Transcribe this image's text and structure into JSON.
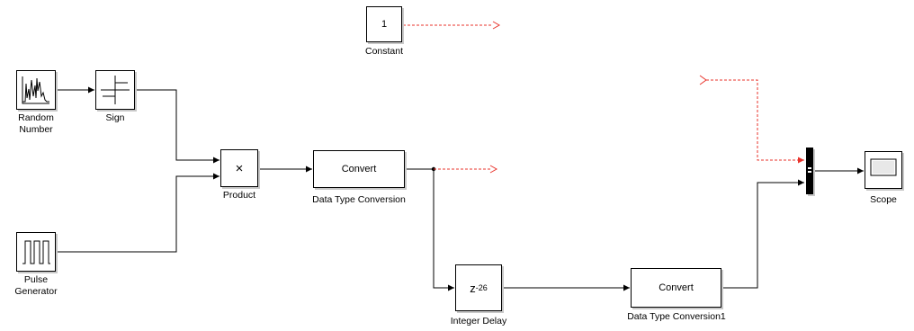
{
  "blocks": {
    "constant": {
      "value": "1",
      "label": "Constant"
    },
    "random_number": {
      "label_line1": "Random",
      "label_line2": "Number"
    },
    "sign": {
      "label": "Sign"
    },
    "pulse_generator": {
      "label_line1": "Pulse",
      "label_line2": "Generator"
    },
    "product": {
      "symbol": "×",
      "label": "Product"
    },
    "data_type_conversion": {
      "text": "Convert",
      "label": "Data Type Conversion"
    },
    "integer_delay": {
      "base": "z",
      "exponent": "-26",
      "label": "Integer Delay"
    },
    "data_type_conversion1": {
      "text": "Convert",
      "label": "Data Type Conversion1"
    },
    "mux": {
      "icon": "mux-bar"
    },
    "scope": {
      "label": "Scope",
      "icon": "scope-screen-icon"
    }
  },
  "colors": {
    "wire": "#000000",
    "unconnected_wire": "#e8332b",
    "block_shadow": "#c8c8c8"
  }
}
